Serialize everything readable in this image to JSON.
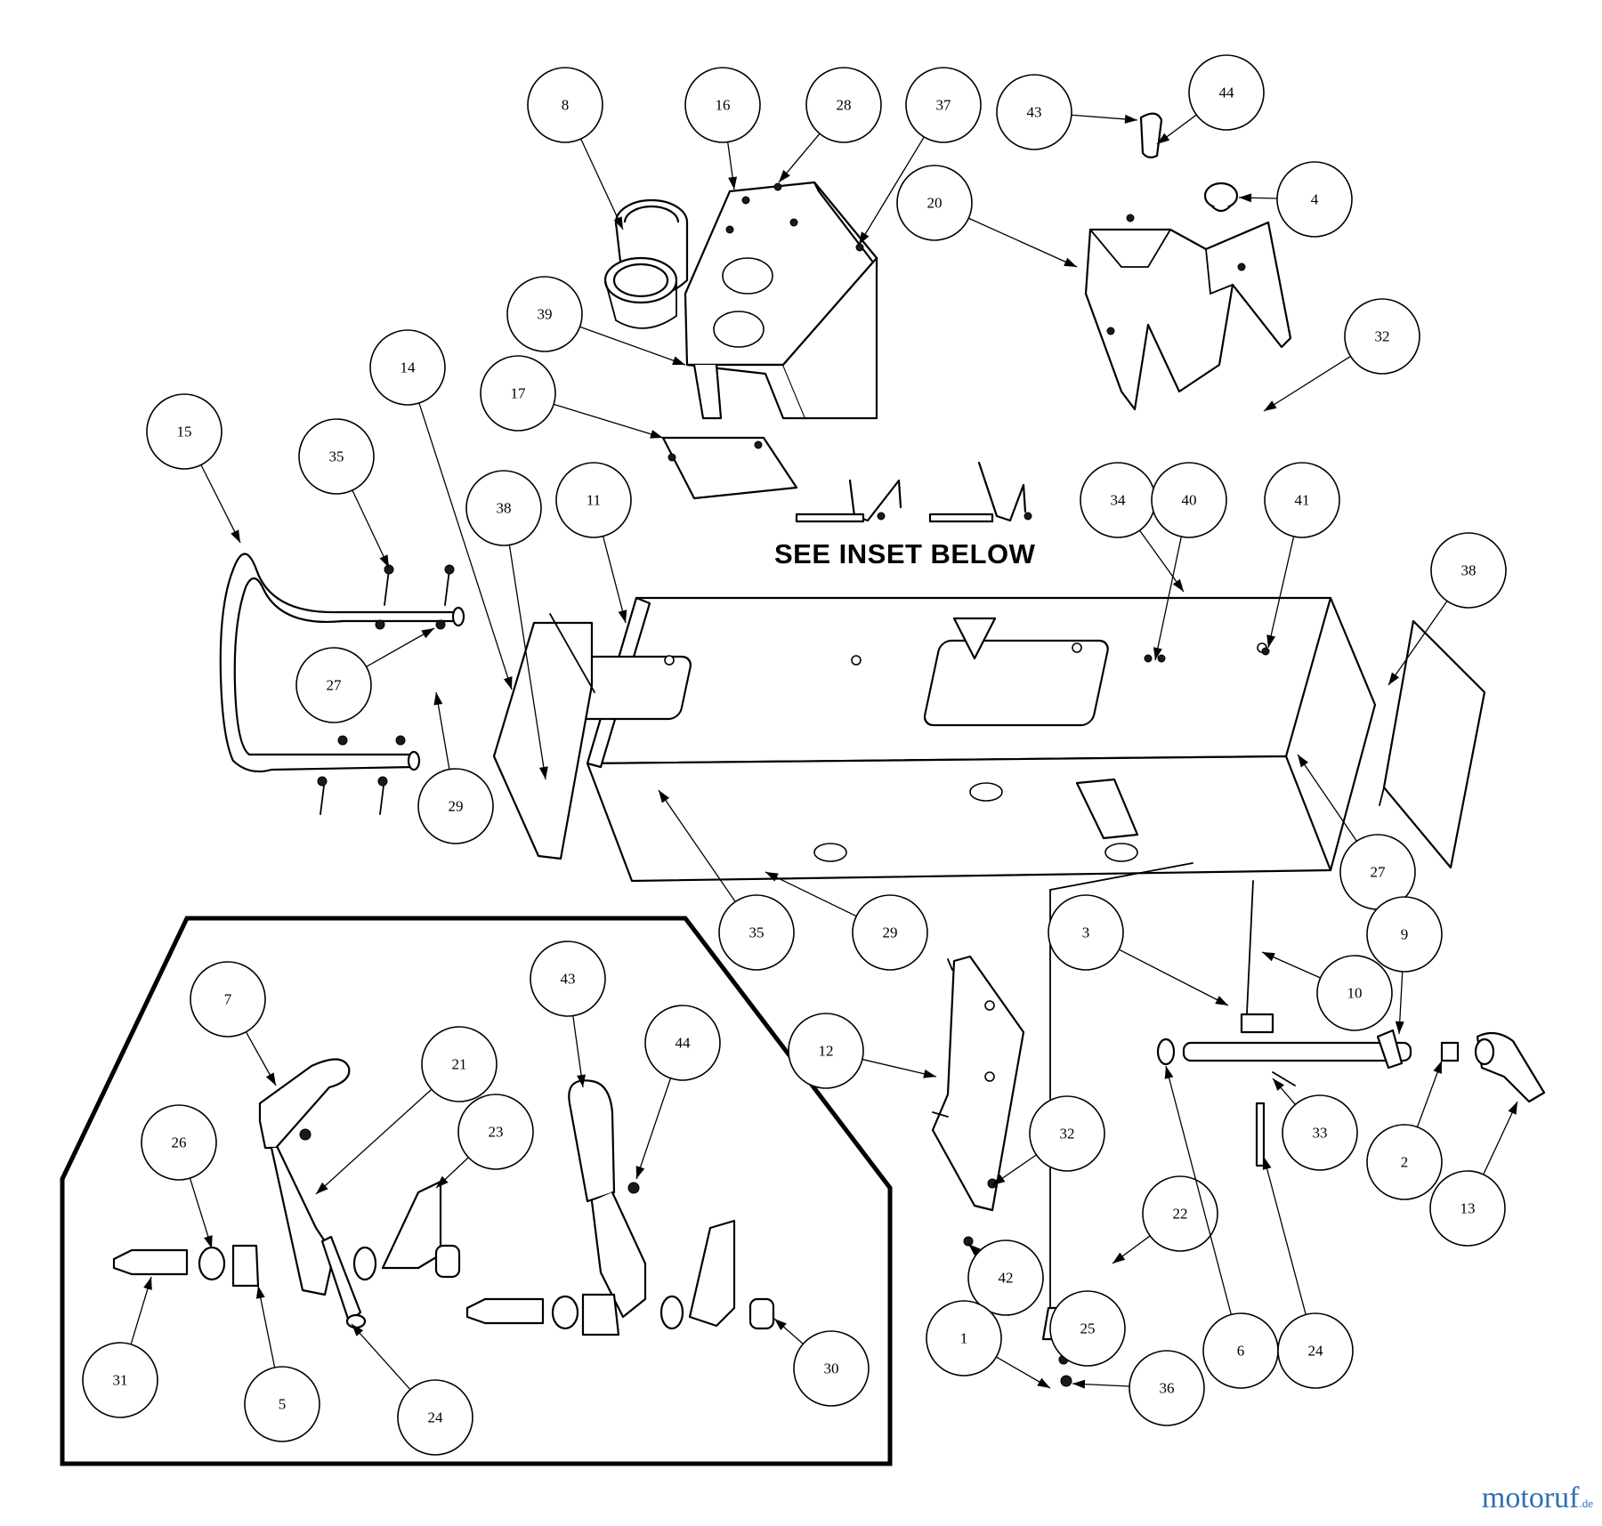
{
  "heading": "SEE INSET BELOW",
  "watermark": {
    "brand": "motoruf",
    "tld": ".de"
  },
  "callouts": [
    {
      "id": "8"
    },
    {
      "id": "16"
    },
    {
      "id": "28"
    },
    {
      "id": "37"
    },
    {
      "id": "43"
    },
    {
      "id": "44"
    },
    {
      "id": "20"
    },
    {
      "id": "4"
    },
    {
      "id": "39"
    },
    {
      "id": "32"
    },
    {
      "id": "14"
    },
    {
      "id": "17"
    },
    {
      "id": "15"
    },
    {
      "id": "35"
    },
    {
      "id": "38"
    },
    {
      "id": "11"
    },
    {
      "id": "34"
    },
    {
      "id": "40"
    },
    {
      "id": "41"
    },
    {
      "id": "38"
    },
    {
      "id": "27"
    },
    {
      "id": "29"
    },
    {
      "id": "27"
    },
    {
      "id": "35"
    },
    {
      "id": "29"
    },
    {
      "id": "3"
    },
    {
      "id": "9"
    },
    {
      "id": "10"
    },
    {
      "id": "12"
    },
    {
      "id": "32"
    },
    {
      "id": "33"
    },
    {
      "id": "2"
    },
    {
      "id": "13"
    },
    {
      "id": "22"
    },
    {
      "id": "42"
    },
    {
      "id": "1"
    },
    {
      "id": "25"
    },
    {
      "id": "36"
    },
    {
      "id": "6"
    },
    {
      "id": "24"
    },
    {
      "id": "7"
    },
    {
      "id": "43"
    },
    {
      "id": "21"
    },
    {
      "id": "44"
    },
    {
      "id": "26"
    },
    {
      "id": "23"
    },
    {
      "id": "31"
    },
    {
      "id": "5"
    },
    {
      "id": "24"
    },
    {
      "id": "30"
    }
  ]
}
